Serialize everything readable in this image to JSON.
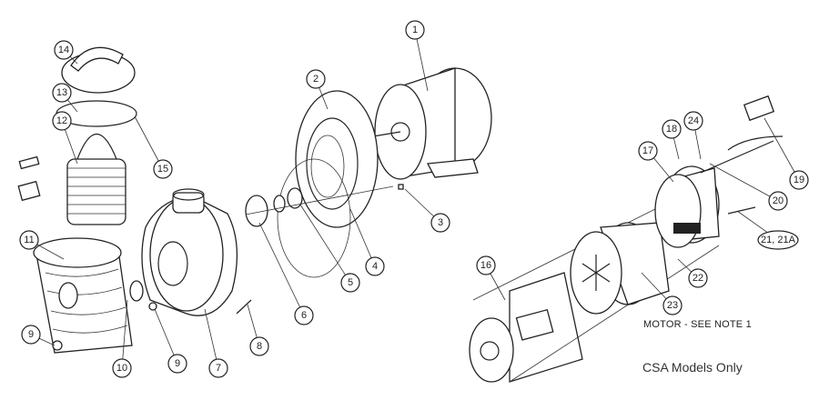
{
  "callouts": [
    "1",
    "2",
    "3",
    "4",
    "5",
    "6",
    "7",
    "8",
    "9",
    "9",
    "10",
    "11",
    "12",
    "13",
    "14",
    "15",
    "16",
    "17",
    "18",
    "19",
    "20",
    "21, 21A",
    "22",
    "23",
    "24"
  ],
  "notes": {
    "motor_note": "MOTOR - SEE NOTE 1",
    "csa_label": "CSA Models Only"
  }
}
